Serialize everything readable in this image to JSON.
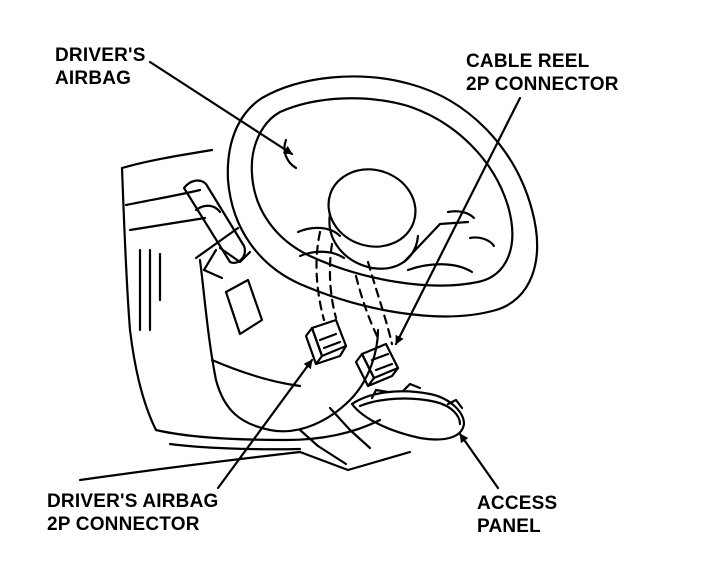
{
  "labels": {
    "drivers_airbag": {
      "line1": "DRIVER'S",
      "line2": "AIRBAG"
    },
    "cable_reel_connector": {
      "line1": "CABLE REEL",
      "line2": "2P CONNECTOR"
    },
    "drivers_airbag_connector": {
      "line1": "DRIVER'S AIRBAG",
      "line2": "2P CONNECTOR"
    },
    "access_panel": {
      "line1": "ACCESS",
      "line2": "PANEL"
    }
  },
  "colors": {
    "ink": "#000000",
    "paper": "#ffffff"
  }
}
